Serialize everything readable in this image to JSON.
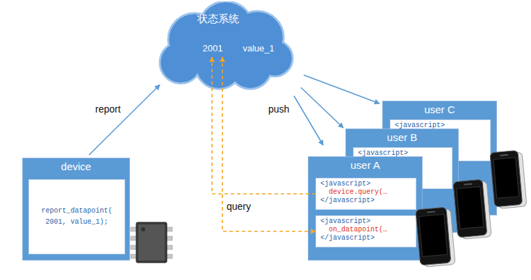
{
  "diagram": {
    "nodes": [
      {
        "text": [
          "状态系统"
        ]
      },
      {
        "text": [
          "2001"
        ],
        "in": 0
      },
      {
        "text": [
          "value_1"
        ],
        "in": 0
      },
      {
        "text": [
          "device"
        ]
      },
      {
        "text": [
          "report_datapoint( 2001, value_1);"
        ],
        "in": 3
      },
      {
        "text": [
          "user C"
        ]
      },
      {
        "text": [
          "<javascript>"
        ],
        "in": 5
      },
      {
        "text": [
          "user B"
        ]
      },
      {
        "text": [
          "<javascript>"
        ],
        "in": 7
      },
      {
        "text": [
          "user A"
        ]
      },
      {
        "text": [
          "<javascript>",
          "device.query(…",
          "</javascript>"
        ],
        "in": 9
      },
      {
        "text": [
          "<javascript>",
          "on_datapoint(…",
          "</javascript>"
        ],
        "in": 9
      }
    ],
    "edges": [
      {
        "from": 3,
        "to": 0,
        "arrow": "to"
      },
      {
        "from": 0,
        "to": 5,
        "arrow": "to"
      },
      {
        "from": 0,
        "to": 7,
        "arrow": "to"
      },
      {
        "from": 0,
        "to": 9,
        "arrow": "to"
      },
      {
        "from": 10,
        "to": 1,
        "arrow": "to"
      },
      {
        "from": 1,
        "to": 11,
        "arrow": "both"
      }
    ],
    "labels": [
      "report",
      "push",
      "query"
    ]
  }
}
